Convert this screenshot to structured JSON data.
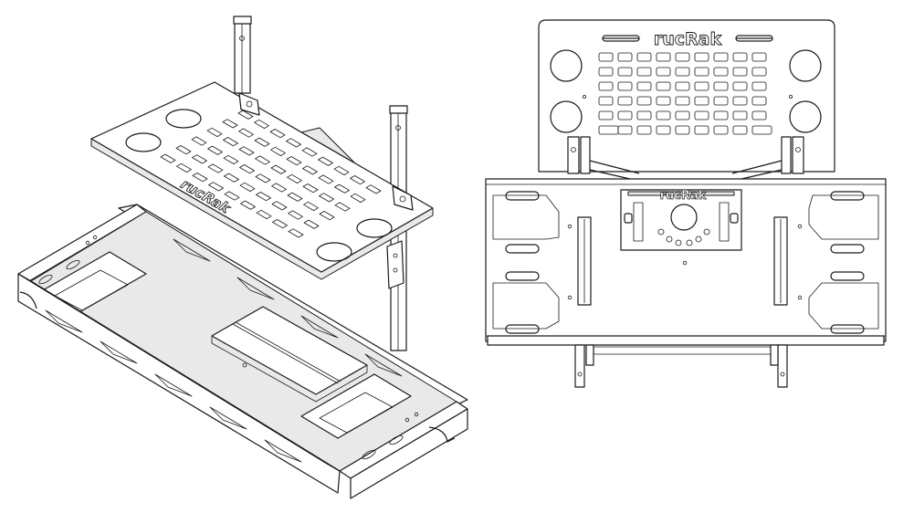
{
  "drawing": {
    "line_color": "#1a1a1a",
    "fill_color": "#ffffff",
    "shade_color": "#e9e9e9"
  },
  "brand": {
    "logo_top": "rucRak",
    "logo_mount": "rucRak",
    "logo_iso_shelf": "rucRak"
  }
}
